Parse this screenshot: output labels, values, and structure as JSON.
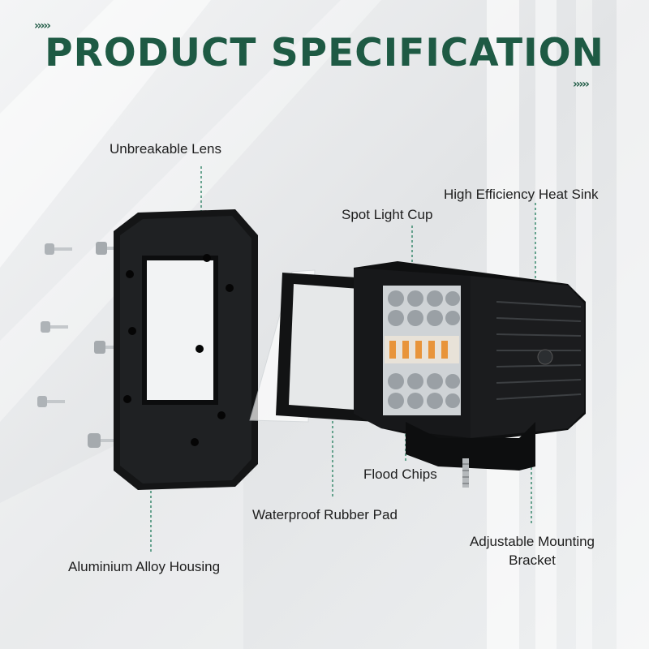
{
  "colors": {
    "title_green": "#1e5a44",
    "leader_green": "#3a8a6e",
    "background": "#e9ebec"
  },
  "header": {
    "title": "PRODUCT SPECIFICATION",
    "arrows_left": "›››››",
    "arrows_right": "›››››"
  },
  "labels": {
    "unbreakable_lens": "Unbreakable Lens",
    "heat_sink": "High Efficiency Heat Sink",
    "spot_light_cup": "Spot Light Cup",
    "flood_chips": "Flood Chips",
    "rubber_pad": "Waterproof Rubber Pad",
    "mounting_bracket_line1": "Adjustable Mounting",
    "mounting_bracket_line2": "Bracket",
    "housing": "Aluminium Alloy Housing"
  }
}
